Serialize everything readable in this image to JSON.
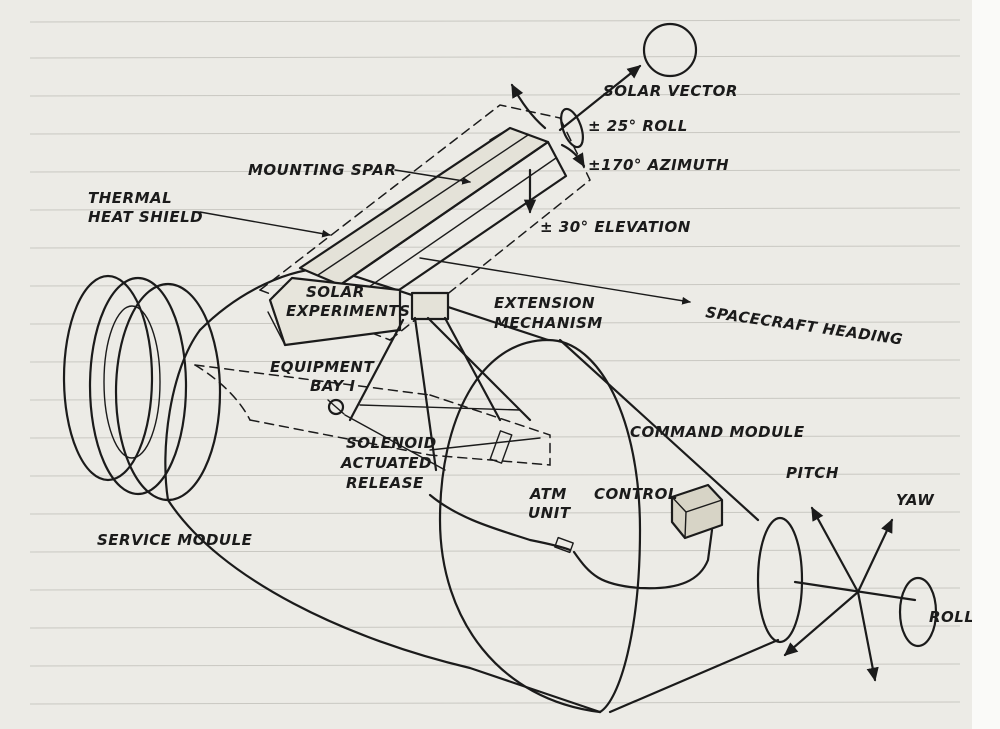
{
  "labels": {
    "solar_vector": "SOLAR VECTOR",
    "roll_range": "± 25° ROLL",
    "azimuth_range": "±170° AZIMUTH",
    "mounting_spar": "MOUNTING SPAR",
    "thermal_heat_shield_1": "THERMAL",
    "thermal_heat_shield_2": "HEAT SHIELD",
    "elevation_range": "± 30° ELEVATION",
    "solar_experiments_1": "SOLAR",
    "solar_experiments_2": "EXPERIMENTS",
    "extension_mechanism_1": "EXTENSION",
    "extension_mechanism_2": "MECHANISM",
    "spacecraft_heading": "SPACECRAFT HEADING",
    "equipment_bay_1": "EQUIPMENT",
    "equipment_bay_2": "BAY I",
    "command_module": "COMMAND MODULE",
    "solenoid_1": "SOLENOID",
    "solenoid_2": "ACTUATED",
    "solenoid_3": "RELEASE",
    "pitch": "PITCH",
    "atm_control_1": "ATM",
    "atm_control_2": "CONTROL",
    "atm_control_3": "UNIT",
    "yaw": "YAW",
    "service_module": "SERVICE MODULE",
    "roll_axis": "ROLL"
  }
}
